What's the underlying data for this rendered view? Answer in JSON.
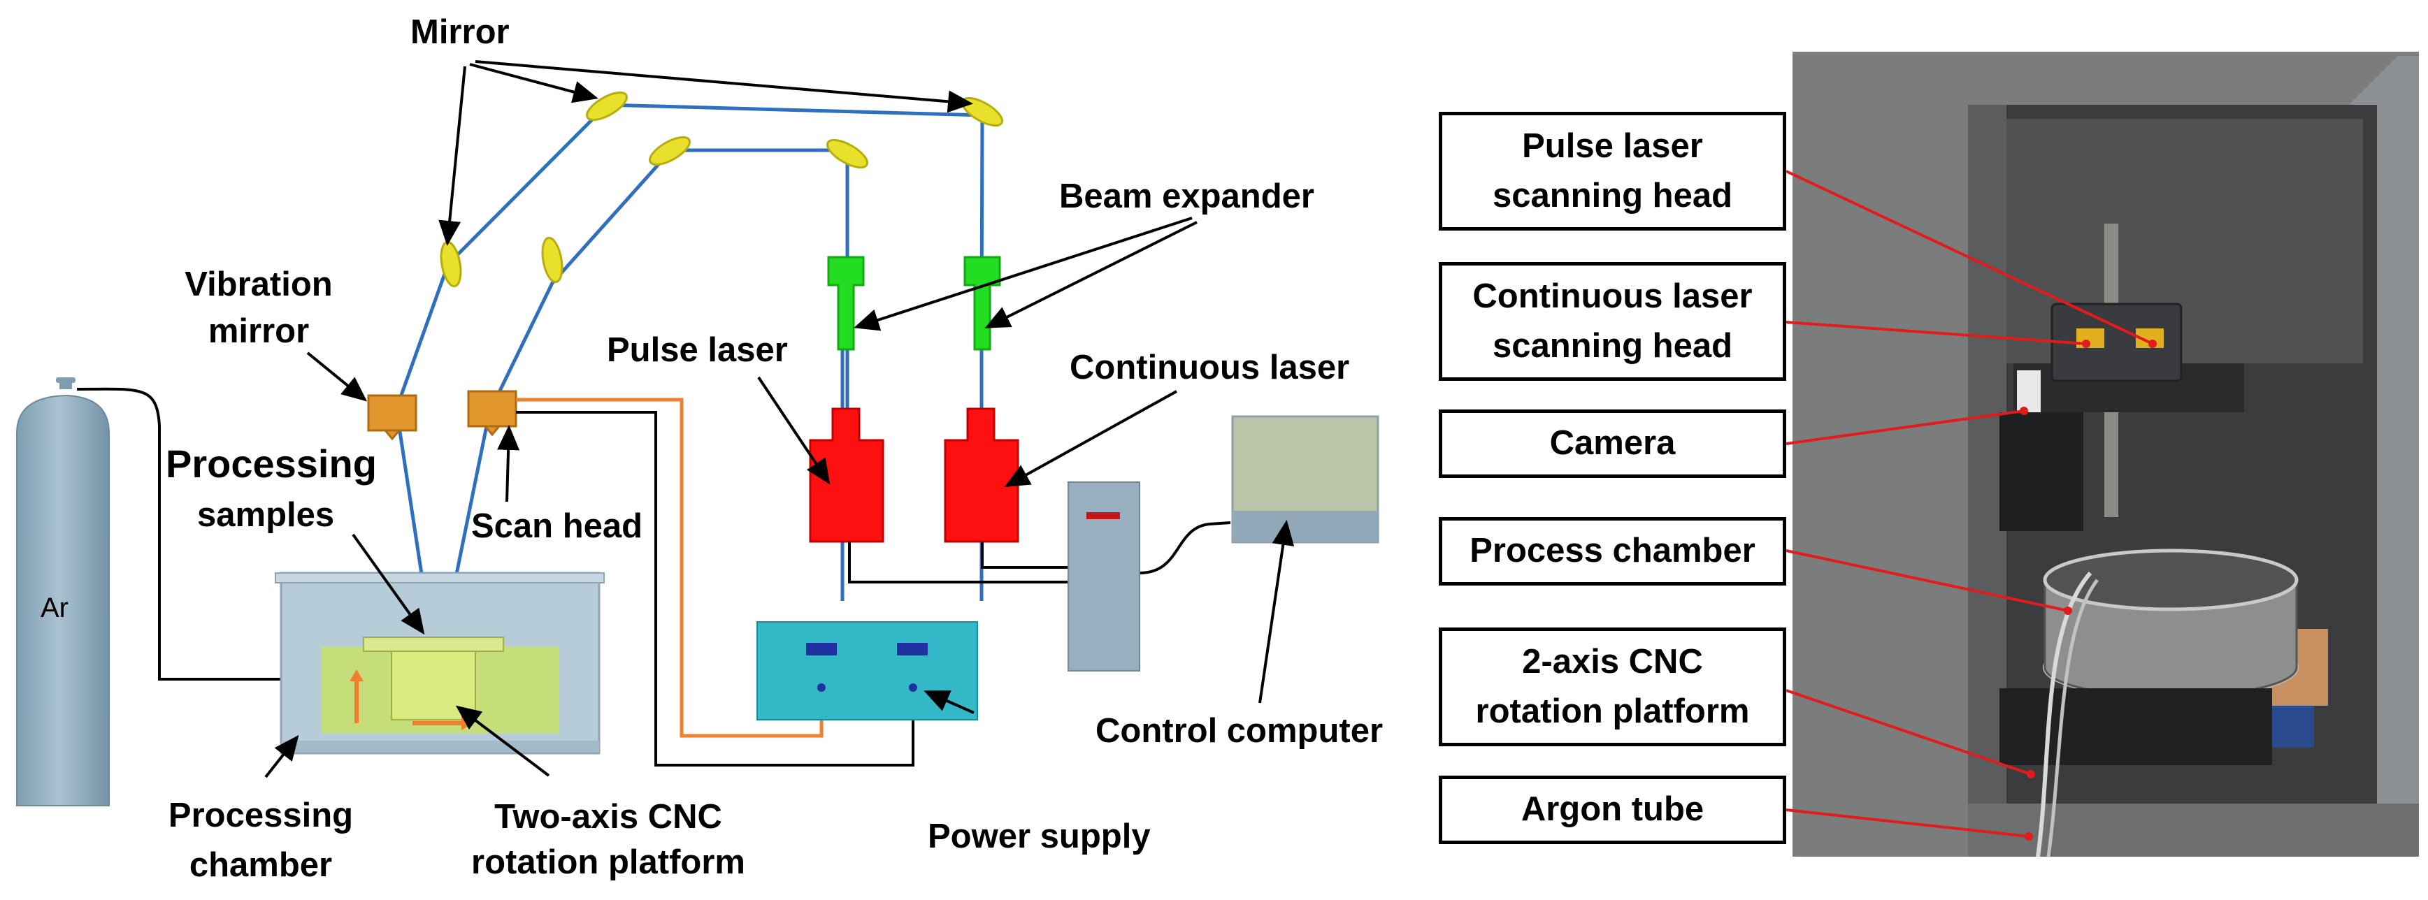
{
  "schematic": {
    "mirror": "Mirror",
    "beam_expander": "Beam expander",
    "vibration_mirror_1": "Vibration",
    "vibration_mirror_2": "mirror",
    "pulse_laser": "Pulse laser",
    "continuous_laser": "Continuous laser",
    "processing_samples_1": "Processing",
    "processing_samples_2": "samples",
    "scan_head": "Scan head",
    "gas": "Ar",
    "processing_chamber_1": "Processing",
    "processing_chamber_2": "chamber",
    "platform_1": "Two-axis CNC",
    "platform_2": "rotation platform",
    "power_supply": "Power supply",
    "control_computer": "Control computer"
  },
  "photo_labels": {
    "pulse_head_1": "Pulse laser",
    "pulse_head_2": "scanning head",
    "continuous_head_1": "Continuous laser",
    "continuous_head_2": "scanning head",
    "camera": "Camera",
    "process_chamber": "Process chamber",
    "platform_1": "2-axis CNC",
    "platform_2": "rotation platform",
    "argon_tube": "Argon tube"
  },
  "colors": {
    "beam": "#2f6fc0",
    "mirror": "#e8e02a",
    "expander": "#22dd22",
    "laser": "#ff1010",
    "scan_head": "#e0962c",
    "cable_orange": "#f08030",
    "power_supply": "#33b8c8",
    "cylinder": "#93aebf",
    "chamber": "#b6ccd8",
    "platform": "#c8e070",
    "annotation_line": "#e21c1c"
  }
}
